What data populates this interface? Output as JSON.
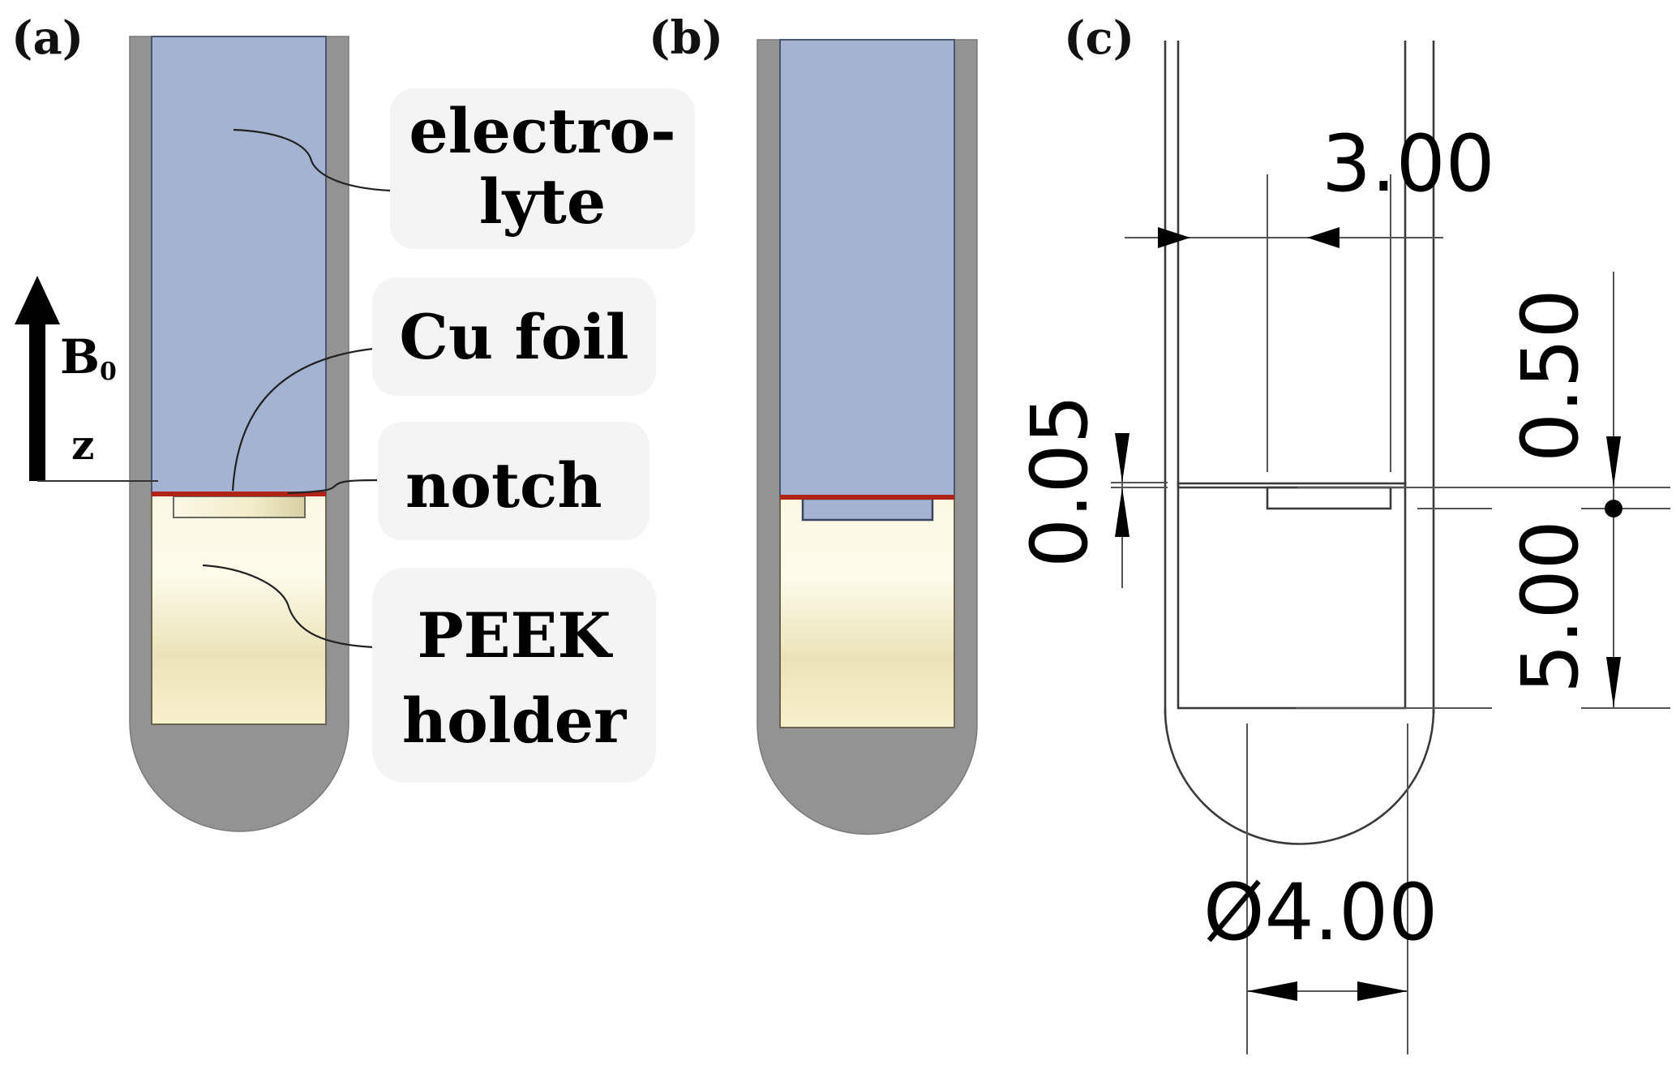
{
  "panels": {
    "a": {
      "label": "(a)"
    },
    "b": {
      "label": "(b)"
    },
    "c": {
      "label": "(c)"
    }
  },
  "axis": {
    "field_label": "B",
    "field_subscript": "0",
    "direction_label": "z"
  },
  "callouts": [
    {
      "id": "electrolyte",
      "lines": [
        "electro-",
        "lyte"
      ]
    },
    {
      "id": "cu-foil",
      "lines": [
        "Cu foil"
      ]
    },
    {
      "id": "notch",
      "lines": [
        "notch"
      ]
    },
    {
      "id": "peek-holder",
      "lines": [
        "PEEK",
        "holder"
      ]
    }
  ],
  "dimensions": {
    "inner_width": "3.00",
    "foil_thickness": "0.05",
    "notch_depth": "0.50",
    "holder_height": "5.00",
    "outer_diameter": "Ø4.00"
  },
  "colors": {
    "tube_wall": "#939393",
    "electrolyte": "#a3b3d1",
    "cu_foil": "#b02418",
    "peek_holder": "#f4efc8",
    "callout_bg": "#f4f4f4"
  }
}
